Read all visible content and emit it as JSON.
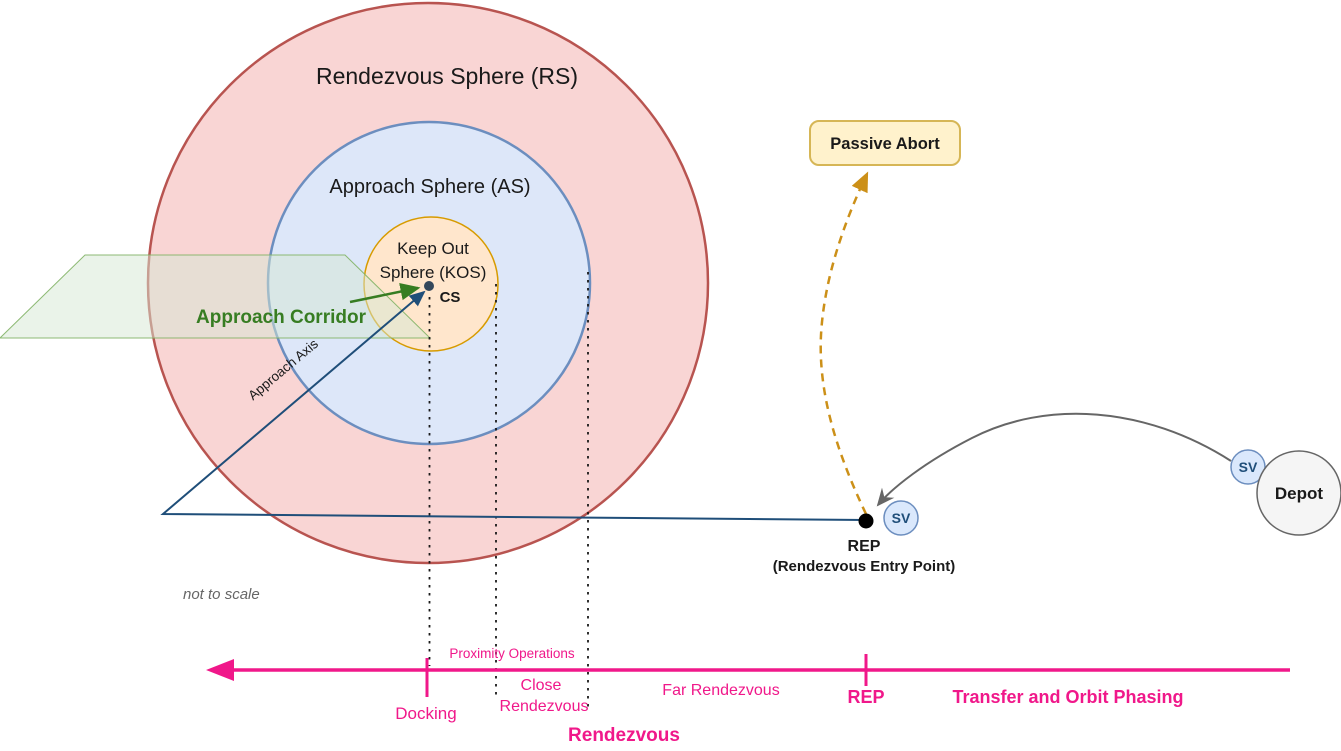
{
  "title": "Rendezvous and Docking Operations Diagram",
  "colors": {
    "rs_fill": "#F8CECC",
    "rs_stroke": "#B85450",
    "as_fill": "#DAE8FC",
    "as_stroke": "#6C8EBF",
    "kos_fill": "#FFE6CC",
    "kos_stroke": "#D79B00",
    "corridor_fill": "#D5E8D4",
    "corridor_stroke": "#82B366",
    "corridor_text": "#377D22",
    "trajectory": "#1F4E79",
    "abort_fill": "#FFF2CC",
    "abort_stroke": "#D6B656",
    "abort_dash": "#CC9018",
    "transfer_curve": "#666666",
    "timeline": "#F0188A",
    "sv_fill": "#DAE8FC",
    "sv_stroke": "#6C8EBF",
    "sv_text": "#1F4E79",
    "depot_fill": "#F5F5F5",
    "depot_stroke": "#666666",
    "cs_dot": "#33475B",
    "note": "#666666"
  },
  "spheres": {
    "rs": "Rendezvous Sphere (RS)",
    "as": "Approach Sphere (AS)",
    "kos_line1": "Keep Out",
    "kos_line2": "Sphere (KOS)",
    "cs": "CS"
  },
  "corridor": {
    "label": "Approach Corridor",
    "axis_label": "Approach Axis"
  },
  "abort": {
    "label": "Passive Abort"
  },
  "rep": {
    "label": "REP",
    "sublabel": "(Rendezvous Entry Point)"
  },
  "vehicles": {
    "sv": "SV",
    "depot": "Depot"
  },
  "note": "not to scale",
  "timeline": {
    "proximity": "Proximity Operations",
    "docking": "Docking",
    "close_line1": "Close",
    "close_line2": "Rendezvous",
    "far": "Far Rendezvous",
    "rep": "REP",
    "transfer": "Transfer and Orbit Phasing",
    "rendezvous": "Rendezvous"
  }
}
